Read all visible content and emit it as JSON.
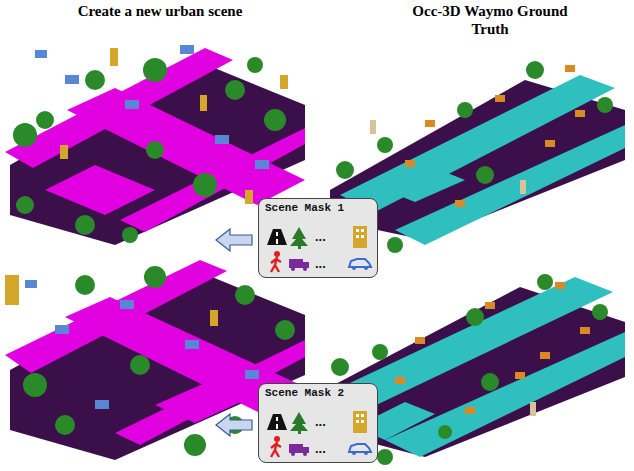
{
  "diagram": {
    "nodes": [
      {
        "text": [
          "Scene Mask 1",
          "...",
          "..."
        ]
      },
      {
        "text": [
          "Scene Mask 2",
          "...",
          "..."
        ]
      }
    ],
    "labels": [
      "Create a new urban scene",
      "Occ-3D Waymo Ground Truth"
    ]
  }
}
